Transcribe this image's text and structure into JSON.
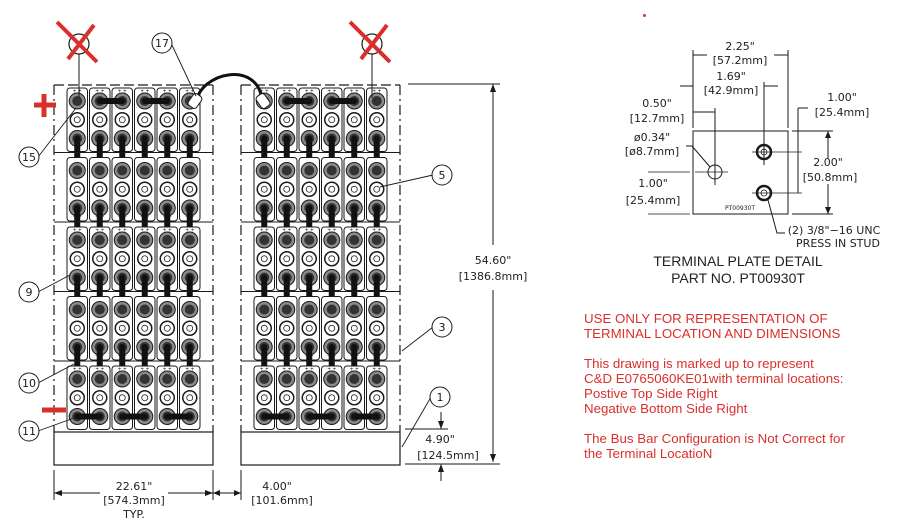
{
  "battery_rack": {
    "stacks": 2,
    "tiers": 5,
    "cells_per_tier": 6,
    "positive_marker": "+",
    "negative_marker": "−",
    "callouts": [
      "17",
      "15",
      "5",
      "9",
      "3",
      "10",
      "1",
      "11"
    ],
    "dimensions": {
      "overall_height": "54.60\"",
      "overall_height_mm": "[1386.8mm]",
      "stack_width": "22.61\"",
      "stack_width_mm": "[574.3mm]",
      "stack_width_note": "TYP.",
      "aisle_gap": "4.00\"",
      "aisle_gap_mm": "[101.6mm]",
      "base_height": "4.90\"",
      "base_height_mm": "[124.5mm]"
    },
    "terminal_polarity_label": "+ +"
  },
  "terminal_plate": {
    "title": "TERMINAL PLATE DETAIL",
    "part_no": "PART NO. PT00930T",
    "plate_label": "PT00930T",
    "dims": {
      "width": "2.25\"",
      "width_mm": "[57.2mm]",
      "stud_offset": "1.69\"",
      "stud_offset_mm": "[42.9mm]",
      "hole_offset": "0.50\"",
      "hole_offset_mm": "[12.7mm]",
      "hole_dia": "ø0.34\"",
      "hole_dia_mm": "[ø8.7mm]",
      "hole_height": "1.00\"",
      "hole_height_mm": "[25.4mm]",
      "stud_spacing": "1.00\"",
      "stud_spacing_mm": "[25.4mm]",
      "plate_height": "2.00\"",
      "plate_height_mm": "[50.8mm]",
      "stud_note_1": "(2) 3/8\"−16 UNC",
      "stud_note_2": "PRESS IN STUD"
    }
  },
  "notes": {
    "warning": [
      "USE ONLY FOR REPRESENTATION OF",
      "TERMINAL LOCATION AND DIMENSIONS"
    ],
    "markup": [
      "This drawing is marked up to represent",
      "C&D E0765060KE01with terminal locations:",
      "Postive Top Side Right",
      "Negative Bottom Side Right"
    ],
    "config": [
      "The Bus Bar Configuration is Not Correct for",
      "the Terminal LocatioN"
    ]
  },
  "colors": {
    "ink": "#1a1a1a",
    "markup_red": "#d9302c",
    "cell_fill": "#ffffff",
    "post_gray": "#8a8a8a"
  }
}
